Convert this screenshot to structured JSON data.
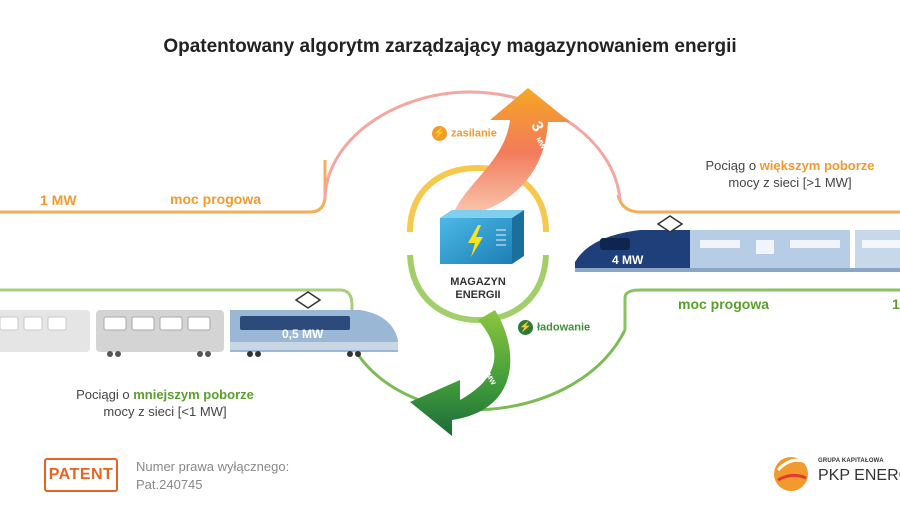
{
  "title": "Opatentowany algorytm zarządzający magazynowaniem energii",
  "left": {
    "threshold_value": "1 MW",
    "threshold_label": "moc progowa",
    "train_power": "0,5 MW",
    "desc_pre": "Pociągi o ",
    "desc_emph": "mniejszym poborze",
    "desc_line2": "mocy z sieci [<1 MW]"
  },
  "right": {
    "threshold_label": "moc progowa",
    "threshold_value": "1",
    "train_power": "4 MW",
    "desc_pre": "Pociąg o ",
    "desc_emph": "większym poborze",
    "desc_line2": "mocy z sieci [>1 MW]"
  },
  "center": {
    "storage_line1": "MAGAZYN",
    "storage_line2": "ENERGII",
    "supply_label": "zasilanie",
    "supply_value": "3",
    "supply_unit": "MW",
    "charge_label": "ładowanie",
    "charge_value": "0,5",
    "charge_unit": "MW"
  },
  "footer": {
    "patent_badge": "PATENT",
    "patent_line1": "Numer prawa wyłącznego:",
    "patent_line2": "Pat.240745",
    "logo_small": "GRUPA KAPITAŁOWA",
    "logo_name": "PKP ENERG"
  },
  "colors": {
    "orange": "#f29a2e",
    "green": "#5aa02c",
    "navy": "#1f3f7a",
    "light_blue": "#b7cde5"
  }
}
